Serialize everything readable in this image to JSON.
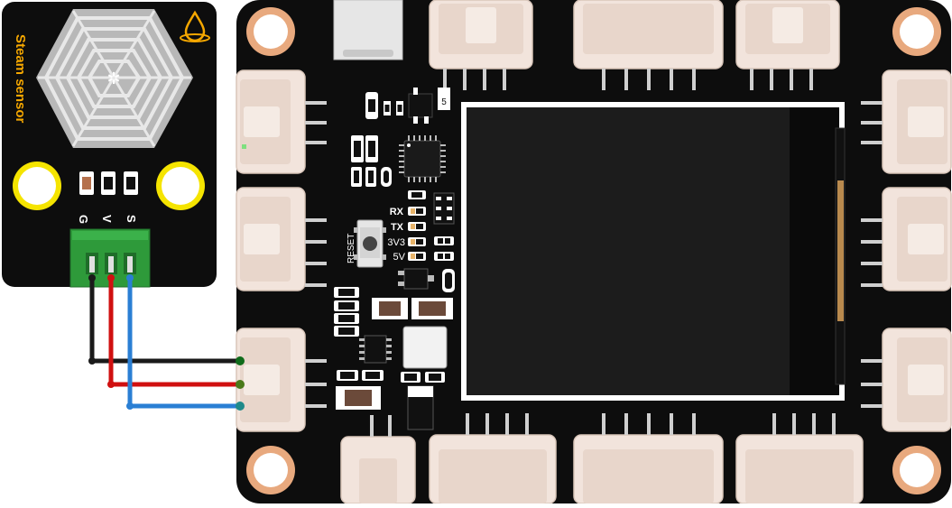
{
  "sensor": {
    "title": "Steam sensor",
    "pins": [
      "G",
      "V",
      "S"
    ]
  },
  "board": {
    "labels": {
      "reset": "RESET",
      "rx": "RX",
      "tx": "TX",
      "v3": "3V3",
      "v5": "5V",
      "chip": "5"
    }
  },
  "wires": [
    {
      "name": "wire-gnd",
      "color": "#1a1a1a"
    },
    {
      "name": "wire-vcc",
      "color": "#d01010"
    },
    {
      "name": "wire-signal",
      "color": "#2a7fd4"
    }
  ],
  "colors": {
    "pcb": "#0d0d0d",
    "screen": "#1c1c1c",
    "connector": "#f2e4dc",
    "terminal": "#2e9a3a",
    "mounting_hole": "#e8a97e",
    "sensor_pad": "#b8b8b8",
    "accent": "#f5a700"
  }
}
